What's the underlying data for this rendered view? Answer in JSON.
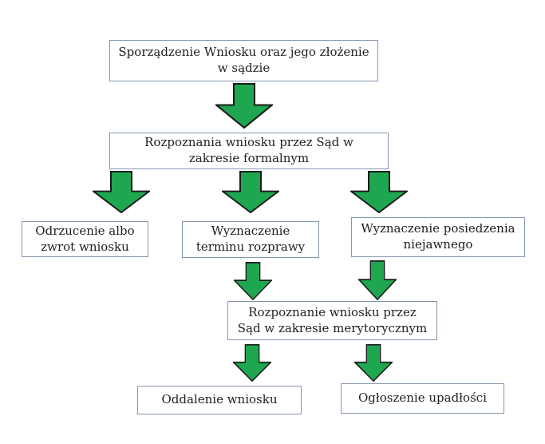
{
  "diagram": {
    "type": "flowchart",
    "language": "pl",
    "nodes": [
      {
        "id": "sporzadzenie-wniosku",
        "label": "Sporządzenie Wniosku oraz jego złożenie w sądzie"
      },
      {
        "id": "rozpoznanie-formalne",
        "label": "Rozpoznania wniosku przez Sąd w zakresie formalnym"
      },
      {
        "id": "odrzucenie-zwrot",
        "label": "Odrzucenie albo zwrot wniosku"
      },
      {
        "id": "wyznaczenie-terminu",
        "label": "Wyznaczenie terminu rozprawy"
      },
      {
        "id": "wyznaczenie-posiedzenia",
        "label": "Wyznaczenie posiedzenia niejawnego"
      },
      {
        "id": "rozpoznanie-merytoryczne",
        "label": "Rozpoznanie wniosku przez Sąd w zakresie merytorycznym"
      },
      {
        "id": "oddalenie-wniosku",
        "label": "Oddalenie wniosku"
      },
      {
        "id": "ogloszenie-upadlosci",
        "label": "Ogłoszenie upadłości"
      }
    ],
    "edges": [
      {
        "from": "sporzadzenie-wniosku",
        "to": "rozpoznanie-formalne"
      },
      {
        "from": "rozpoznanie-formalne",
        "to": "odrzucenie-zwrot"
      },
      {
        "from": "rozpoznanie-formalne",
        "to": "wyznaczenie-terminu"
      },
      {
        "from": "rozpoznanie-formalne",
        "to": "wyznaczenie-posiedzenia"
      },
      {
        "from": "wyznaczenie-terminu",
        "to": "rozpoznanie-merytoryczne"
      },
      {
        "from": "wyznaczenie-posiedzenia",
        "to": "rozpoznanie-merytoryczne"
      },
      {
        "from": "rozpoznanie-merytoryczne",
        "to": "oddalenie-wniosku"
      },
      {
        "from": "rozpoznanie-merytoryczne",
        "to": "ogloszenie-upadlosci"
      }
    ]
  },
  "colors": {
    "arrow_fill": "#1ea750",
    "arrow_stroke": "#1a1a1a",
    "box_border": "#8496af",
    "box_background": "#ffffff",
    "text": "#1f1f1f",
    "page_background": "#ffffff"
  }
}
